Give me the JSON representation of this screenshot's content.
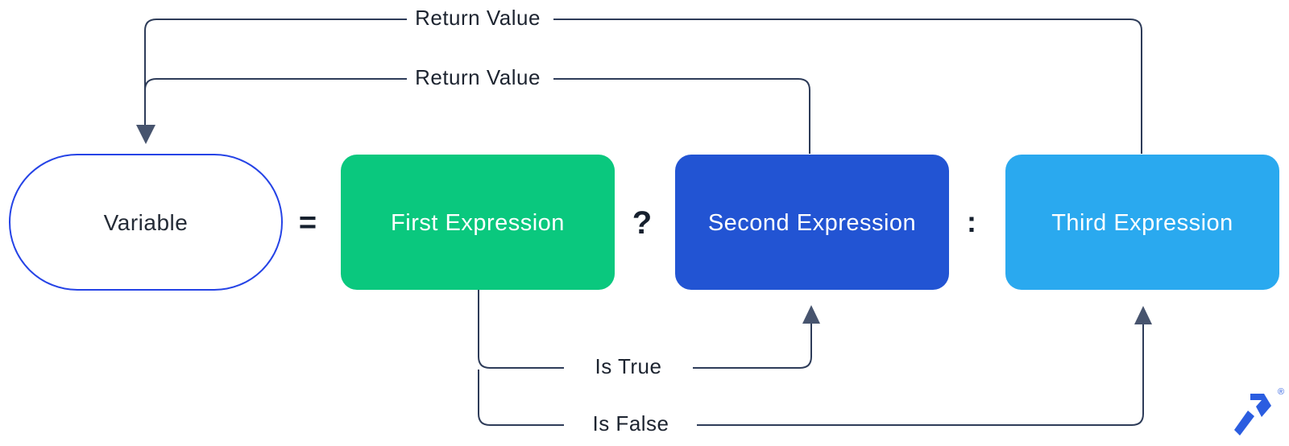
{
  "diagram": {
    "title_semantic": "ternary-operator-flow",
    "variable": {
      "label": "Variable",
      "border_color": "#2543e6"
    },
    "operators": {
      "assign": "=",
      "question": "?",
      "colon": ":"
    },
    "boxes": [
      {
        "label": "First Expression",
        "color": "#0ac87e"
      },
      {
        "label": "Second Expression",
        "color": "#2254d3"
      },
      {
        "label": "Third Expression",
        "color": "#2aa9ef"
      }
    ],
    "connectors": {
      "return_value_top": "Return Value",
      "return_value_mid": "Return Value",
      "is_true": "Is True",
      "is_false": "Is False",
      "line_color": "#2e3c59",
      "arrow_color": "#47546e"
    },
    "logo": {
      "registered": "®",
      "color": "#2b5de0"
    }
  }
}
